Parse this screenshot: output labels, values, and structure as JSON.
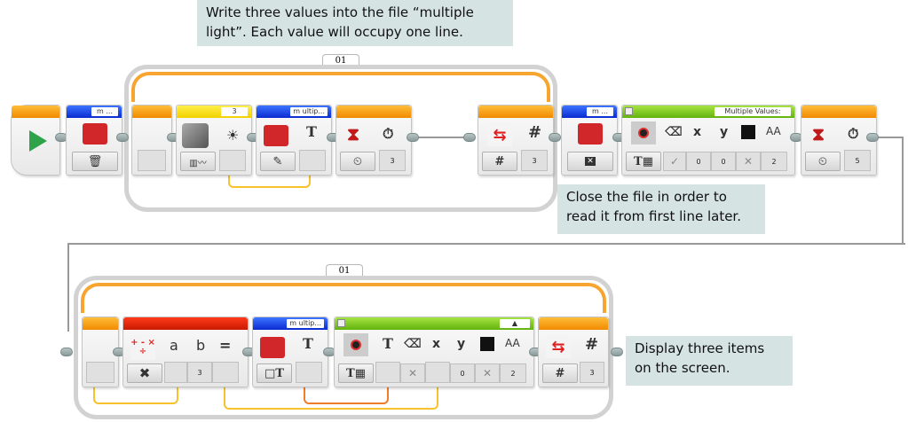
{
  "annotations": {
    "write_note": "Write three values into the file “multiple light”. Each value will occupy one line.",
    "close_note": "Close the file in order to read it from first line later.",
    "display_note": "Display three items on the screen."
  },
  "colors": {
    "loop_accent": "#f7a530",
    "file_access_header": "#0a2bd1",
    "sensor_header": "#f2d100",
    "display_header": "#62b20e",
    "math_header": "#c81a00",
    "flow_header": "#f08a00",
    "start_icon": "#2ea34a",
    "note_background": "#d6e3e3"
  },
  "program_row1": {
    "start_block": {
      "icon": "play-icon"
    },
    "file_delete": {
      "filename": "m ...",
      "mode_icon": "trash-icon"
    },
    "loop": {
      "name": "01",
      "count": "3",
      "mode_icon": "hash-icon"
    },
    "color_sensor": {
      "port": "3",
      "mode_icon": "light-icon",
      "output_icon": "sun-icon"
    },
    "file_write": {
      "filename": "m ultip...",
      "mode_icon": "pencil-icon",
      "input_icon": "T"
    },
    "wait_time": {
      "seconds": "3",
      "mode_icon": "timer-icon"
    },
    "file_close": {
      "filename": "m ...",
      "mode_icon": "close-icon"
    },
    "display": {
      "title": "Multiple Values:",
      "mode": "T",
      "params": {
        "clear": "✓",
        "x": "0",
        "y": "0",
        "color": "✕",
        "font": "2"
      },
      "param_labels": [
        "x",
        "y",
        "AA"
      ]
    },
    "wait_time_2": {
      "seconds": "5",
      "mode_icon": "timer-icon"
    }
  },
  "program_row2": {
    "loop": {
      "name": "01",
      "count": "3",
      "mode_icon": "hash-icon"
    },
    "math": {
      "mode": "✖",
      "b": "3",
      "labels": [
        "a",
        "b",
        "="
      ],
      "ops": "+ - × ÷"
    },
    "file_read": {
      "filename": "m ultip...",
      "mode": "□T",
      "output_icon": "T"
    },
    "display": {
      "mode": "T",
      "params": {
        "clear": "✕",
        "y": "0",
        "color": "✕",
        "font": "2"
      },
      "param_labels": [
        "T",
        "x",
        "y",
        "AA"
      ]
    }
  }
}
